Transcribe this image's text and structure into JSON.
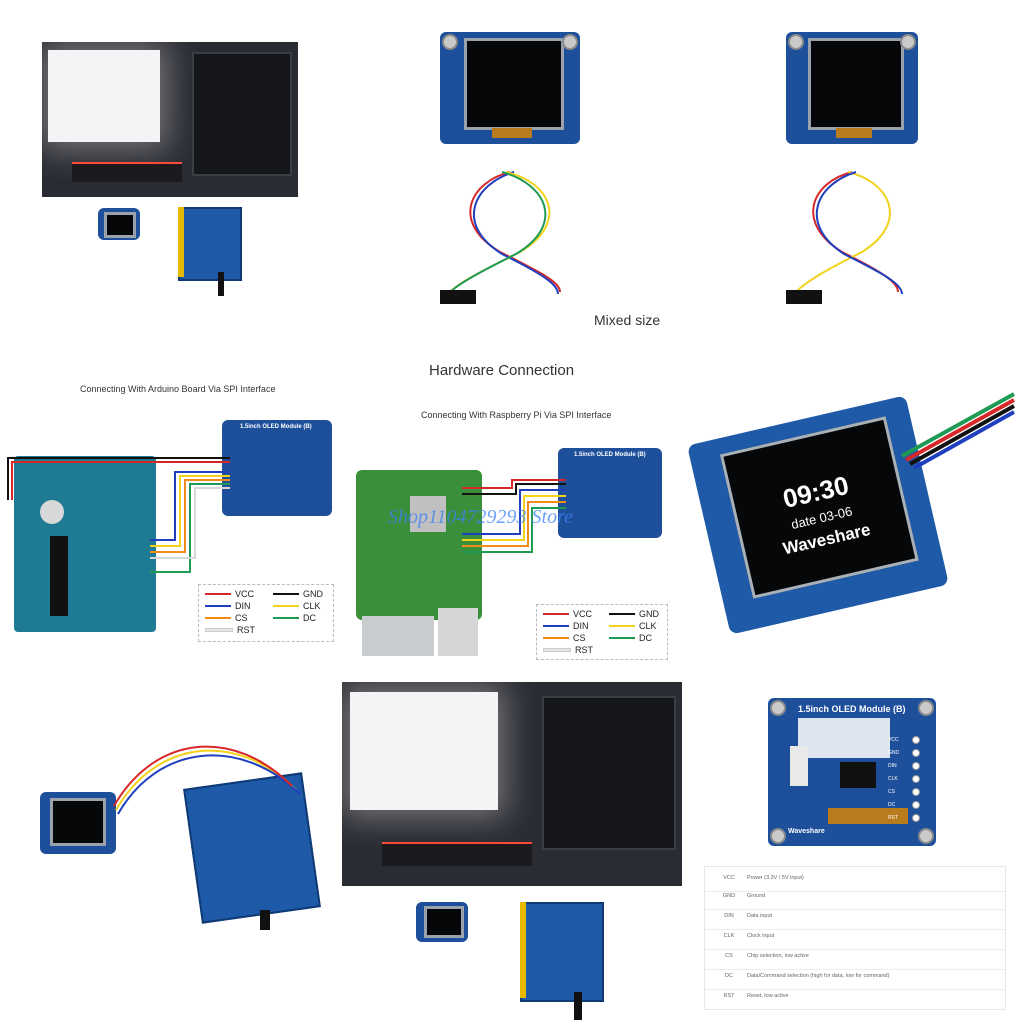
{
  "texts": {
    "mixed_size": "Mixed size",
    "hardware_connection": "Hardware Connection",
    "arduino_caption": "Connecting With Arduino Board Via SPI Interface",
    "rpi_caption": "Connecting With Raspberry Pi Via SPI Interface",
    "watermark": "Shop1104729293 Store",
    "module_title": "1.5inch OLED Module (B)",
    "module_brand": "Waveshare",
    "display_time": "09:30",
    "display_date": "date 03-06",
    "display_brand": "Waveshare"
  },
  "legend": [
    {
      "label": "VCC",
      "color": "#d62828"
    },
    {
      "label": "GND",
      "color": "#111111"
    },
    {
      "label": "DIN",
      "color": "#1f3fbf"
    },
    {
      "label": "CLK",
      "color": "#f2d21b"
    },
    {
      "label": "CS",
      "color": "#f28c18"
    },
    {
      "label": "DC",
      "color": "#1f9a55"
    },
    {
      "label": "RST",
      "color": "#e6e6e6"
    }
  ],
  "pin_table": [
    {
      "name": "VCC",
      "desc": "Power (3.3V / 5V input)"
    },
    {
      "name": "GND",
      "desc": "Ground"
    },
    {
      "name": "DIN",
      "desc": "Data input"
    },
    {
      "name": "CLK",
      "desc": "Clock input"
    },
    {
      "name": "CS",
      "desc": "Chip selection, low active"
    },
    {
      "name": "DC",
      "desc": "Data/Command selection (high for data, low for command)"
    },
    {
      "name": "RST",
      "desc": "Reset, low active"
    }
  ],
  "module_pins": [
    "VCC",
    "GND",
    "DIN",
    "CLK",
    "CS",
    "DC",
    "RST"
  ],
  "colors": {
    "pcb_blue": "#1e5aa8",
    "arduino_teal": "#1f7a93",
    "rpi_green": "#3a8f3a",
    "watermark_blue": "#3b82f6"
  }
}
